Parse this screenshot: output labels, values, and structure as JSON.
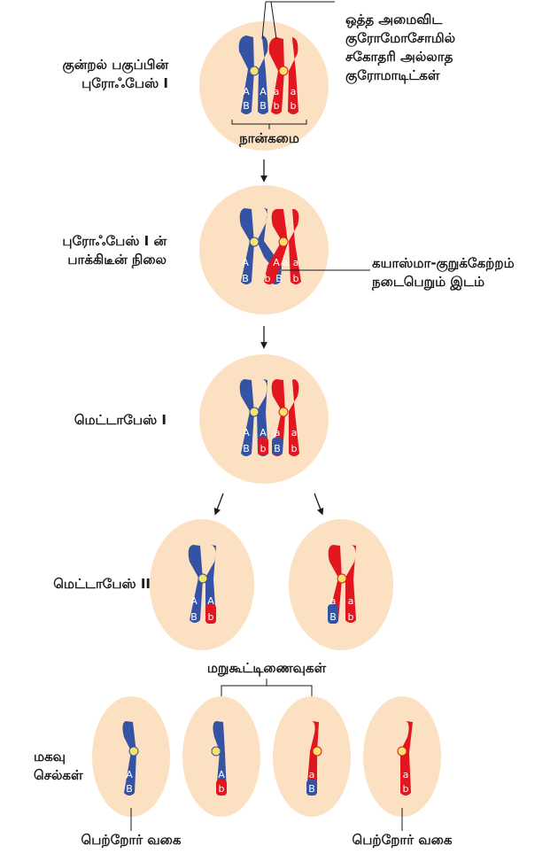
{
  "colors": {
    "cell_fill": "#fce0c2",
    "cell_stroke": "#e9c8a0",
    "maternal_blue": "#3453a4",
    "paternal_red": "#e2161e",
    "centromere": "#f6e36b",
    "line": "#1a1a1a"
  },
  "labels": {
    "prophase_I_line1": "குன்றல் பகுப்பின்",
    "prophase_I_line2": "புரோஃபேஸ் I",
    "nonsister_1": "ஒத்த அமைவிட",
    "nonsister_2": "குரோமோசோமில்",
    "nonsister_3": "சகோதரி அல்லாத",
    "nonsister_4": "குரோமாடிட்கள்",
    "tetrad": "நான்கமை",
    "pachytene_line1": "புரோஃபேஸ் I ன்",
    "pachytene_line2": "பாக்கிடீன் நிலை",
    "chiasma_line1": "கயாஸ்மா-குறுக்கேற்றம்",
    "chiasma_line2": "நடைபெறும் இடம்",
    "metaphase_I": "மெட்டாபேஸ் I",
    "metaphase_II": "மெட்டாபேஸ் II",
    "recombinants": "மறுகூட்டிணைவுகள்",
    "daughter_line1": "மகவு",
    "daughter_line2": "செல்கள்",
    "parental_left": "பெற்றோர் வகை",
    "parental_right": "பெற்றோர் வகை"
  },
  "alleles": {
    "gene1_dominant": "A",
    "gene1_recessive": "a",
    "gene2_dominant": "B",
    "gene2_recessive": "b"
  }
}
